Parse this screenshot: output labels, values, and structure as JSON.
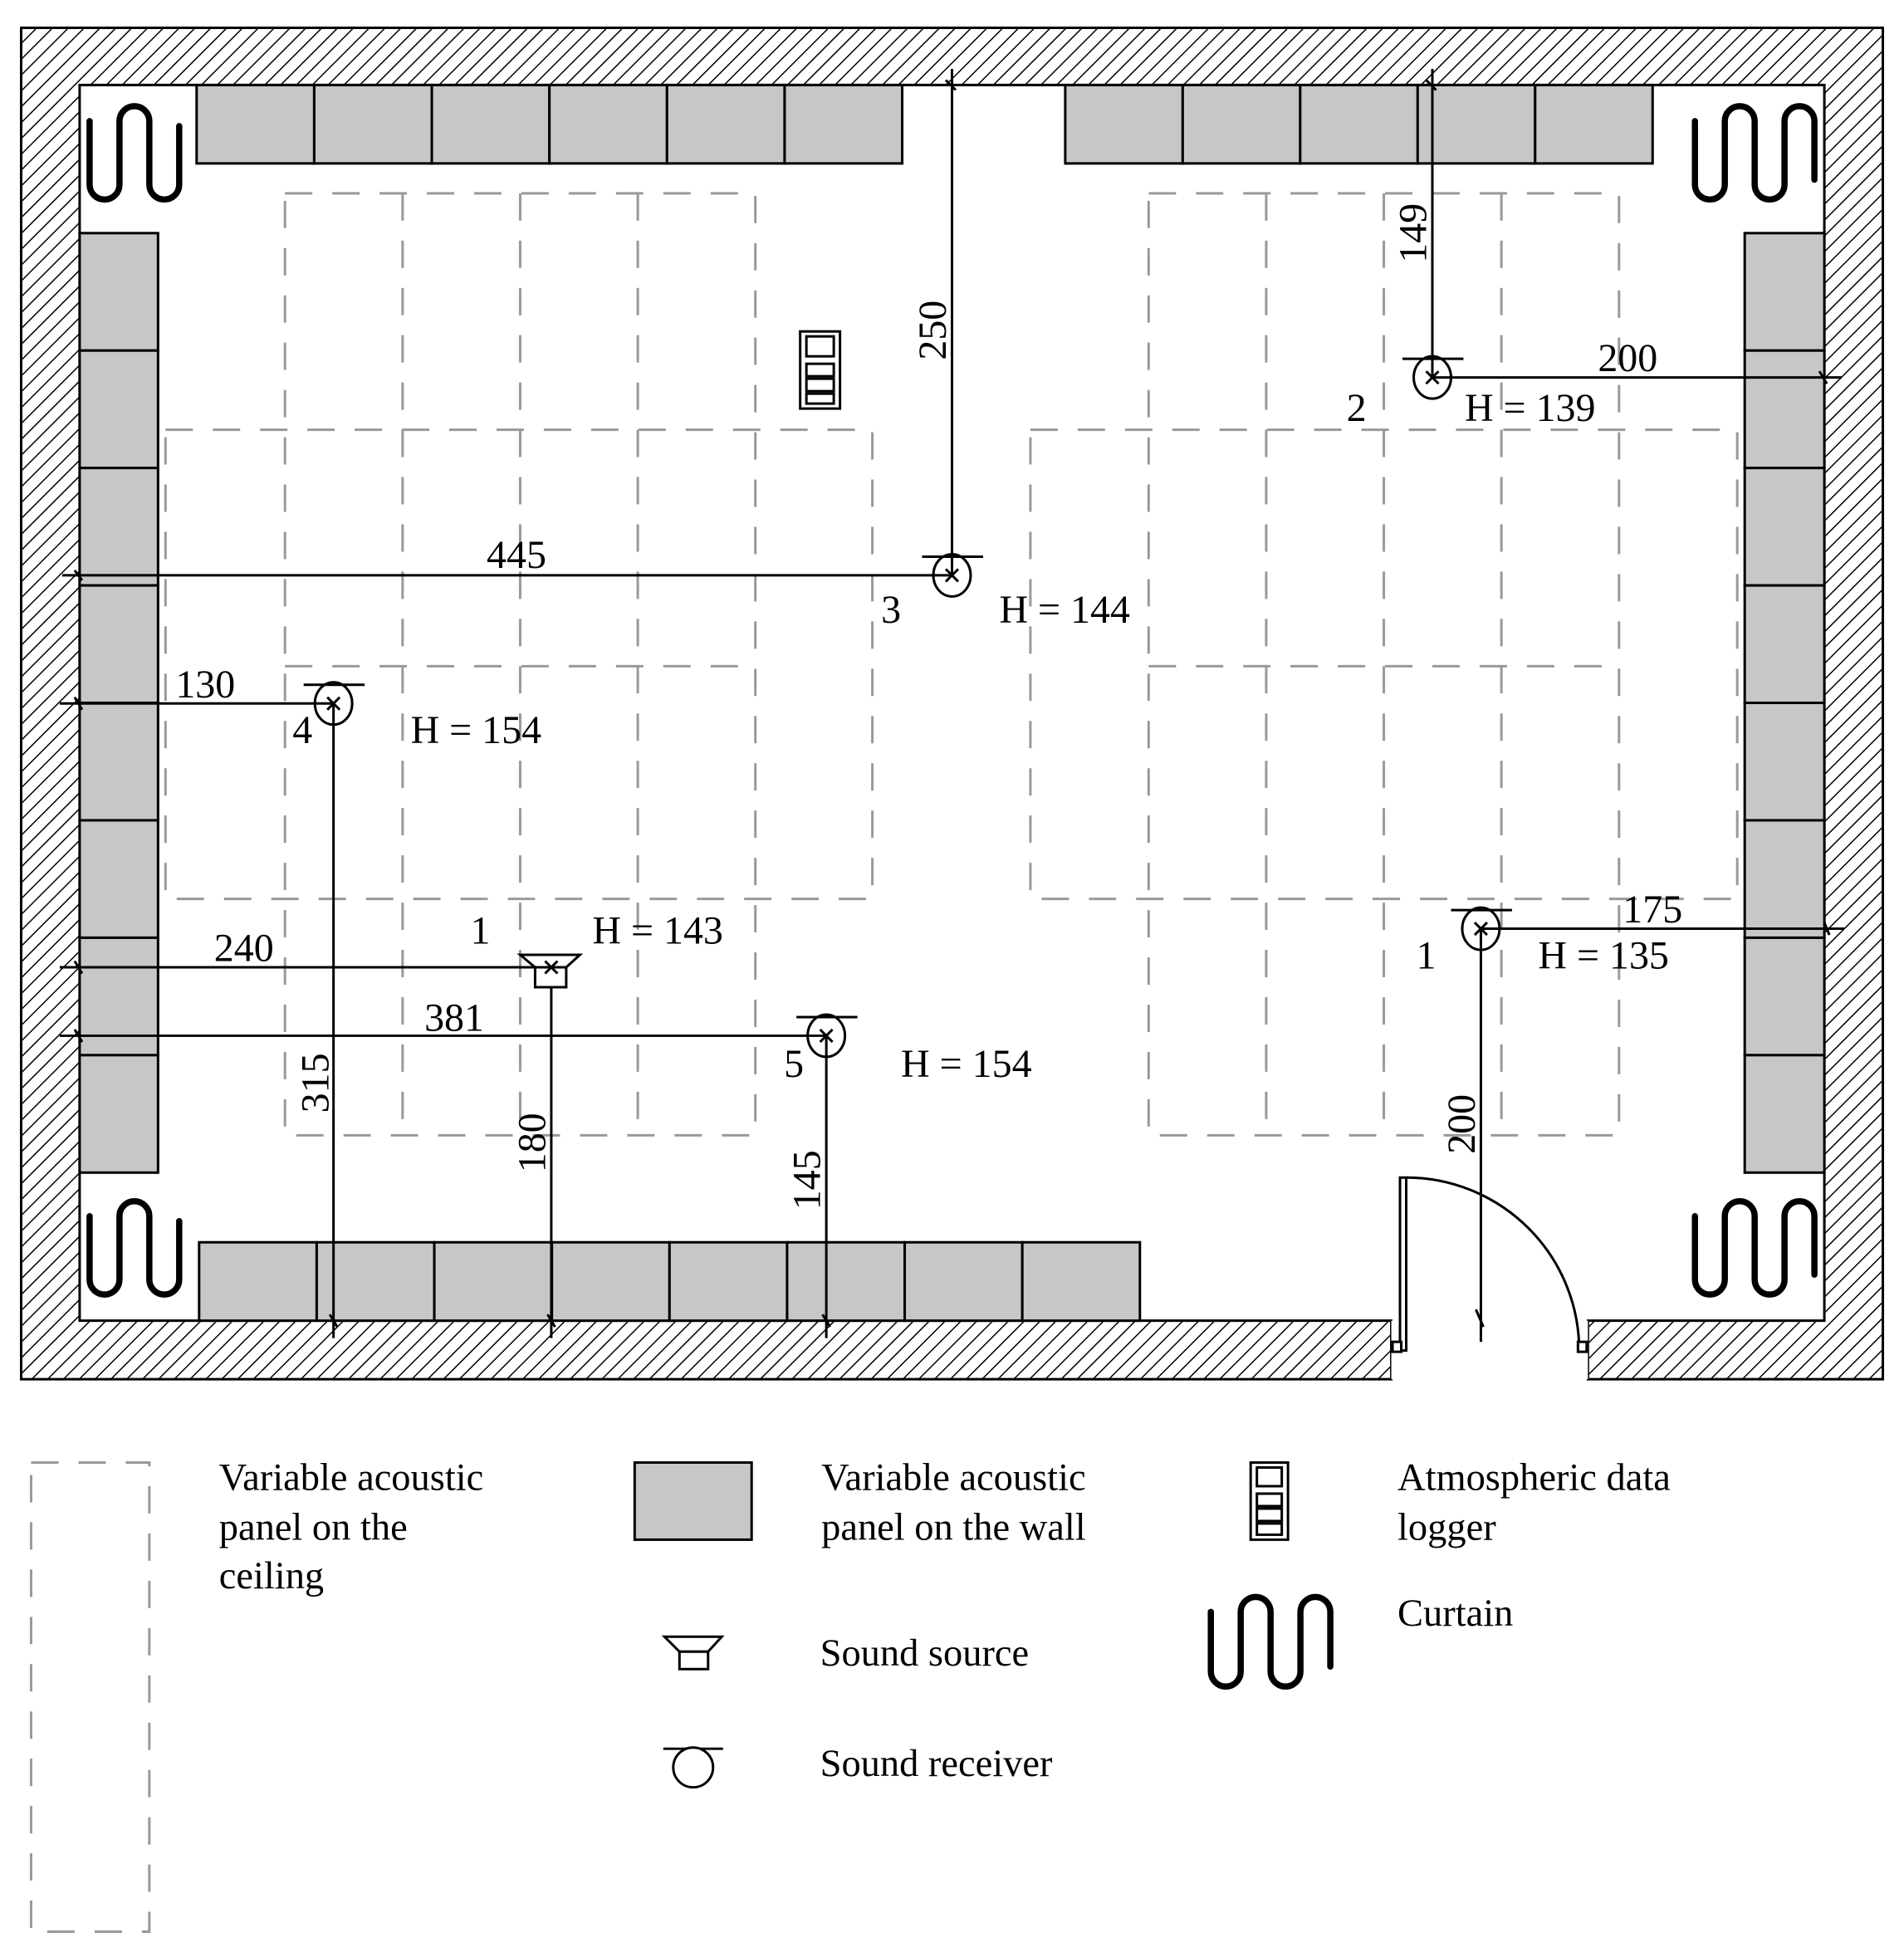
{
  "colors": {
    "wall_panel": "#c6c7c9",
    "ceiling_panel_dash": "#999999",
    "lines": "#000000",
    "background": "#ffffff"
  },
  "dimensions": {
    "d445": "445",
    "d250": "250",
    "d149": "149",
    "d200_top": "200",
    "d130": "130",
    "d315": "315",
    "d240": "240",
    "d180": "180",
    "d381": "381",
    "d145": "145",
    "d175": "175",
    "d200_right": "200"
  },
  "receivers": [
    {
      "id": "1",
      "height": "H = 135"
    },
    {
      "id": "2",
      "height": "H = 139"
    },
    {
      "id": "3",
      "height": "H = 144"
    },
    {
      "id": "4",
      "height": "H = 154"
    },
    {
      "id": "5",
      "height": "H = 154"
    }
  ],
  "source": {
    "id": "1",
    "height": "H = 143"
  },
  "legend": {
    "ceiling_panel": [
      "Variable acoustic",
      "panel on the",
      "ceiling"
    ],
    "wall_panel": [
      "Variable acoustic",
      "panel on the wall"
    ],
    "logger": [
      "Atmospheric data",
      "logger"
    ],
    "curtain": "Curtain",
    "sound_source": "Sound source",
    "sound_receiver": "Sound receiver"
  },
  "icons": [
    "curtain-icon",
    "data-logger-icon",
    "sound-source-icon",
    "sound-receiver-icon",
    "door-icon"
  ]
}
